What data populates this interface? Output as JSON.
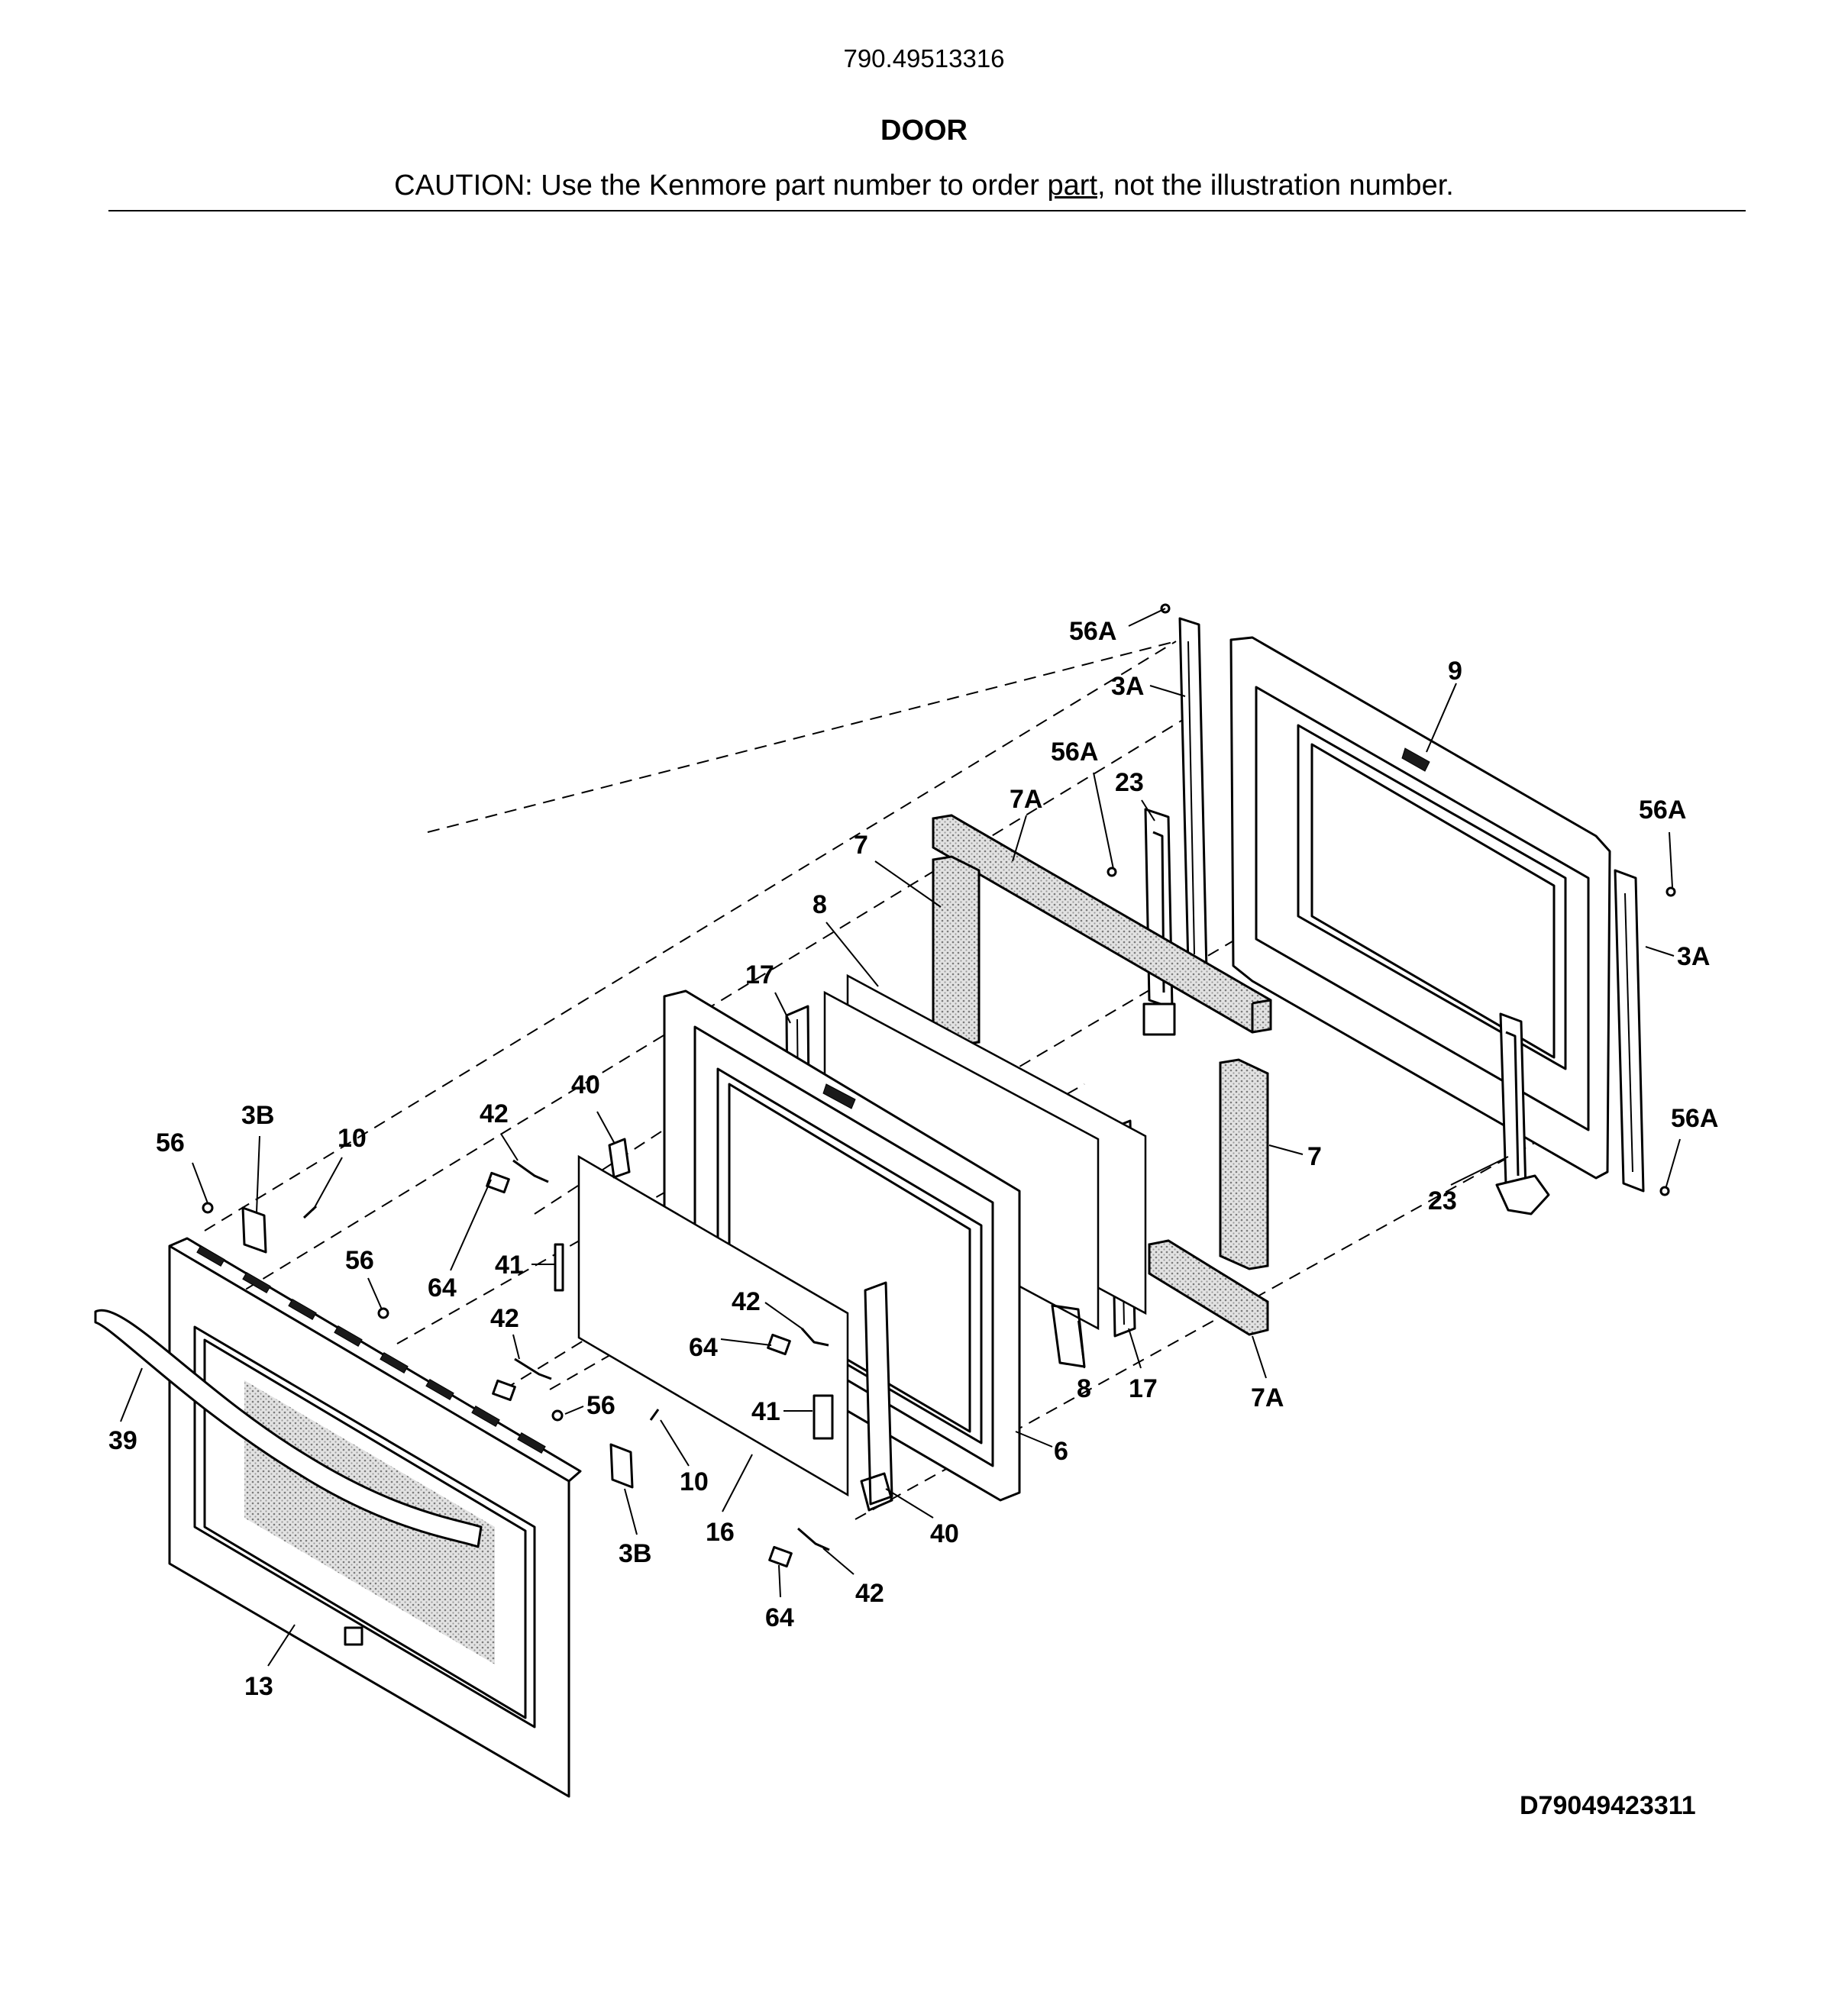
{
  "header": {
    "model_number": "790.49513316",
    "title": "DOOR",
    "caution_prefix": "CAUTION: Use the Kenmore part number to order ",
    "caution_link": "part",
    "caution_suffix": ", not the illustration number."
  },
  "drawing_code": "D79049423311",
  "callouts": {
    "c56A_top": "56A",
    "c3A_left": "3A",
    "c9": "9",
    "c56A_mid": "56A",
    "c7A_top": "7A",
    "c23_top": "23",
    "c7_top": "7",
    "c8_top": "8",
    "c17_top": "17",
    "c56A_right": "56A",
    "c3A_right": "3A",
    "c40_top": "40",
    "c42_a": "42",
    "c56_left": "56",
    "c3B_top": "3B",
    "c10_top": "10",
    "c7_right": "7",
    "c56A_bottom": "56A",
    "c23_bottom": "23",
    "c56_mid": "56",
    "c41_a": "41",
    "c64_a": "64",
    "c42_b": "42",
    "c42_c": "42",
    "c64_b": "64",
    "c41_b": "41",
    "c56_bottom": "56",
    "c8_bottom": "8",
    "c17_bottom": "17",
    "c7A_bottom": "7A",
    "c39": "39",
    "c10_bottom": "10",
    "c6": "6",
    "c3B_bottom": "3B",
    "c16": "16",
    "c40_bottom": "40",
    "c42_d": "42",
    "c64_c": "64",
    "c13": "13"
  },
  "colors": {
    "line": "#000000",
    "background": "#ffffff",
    "dark_slot": "#1a1a1a"
  }
}
